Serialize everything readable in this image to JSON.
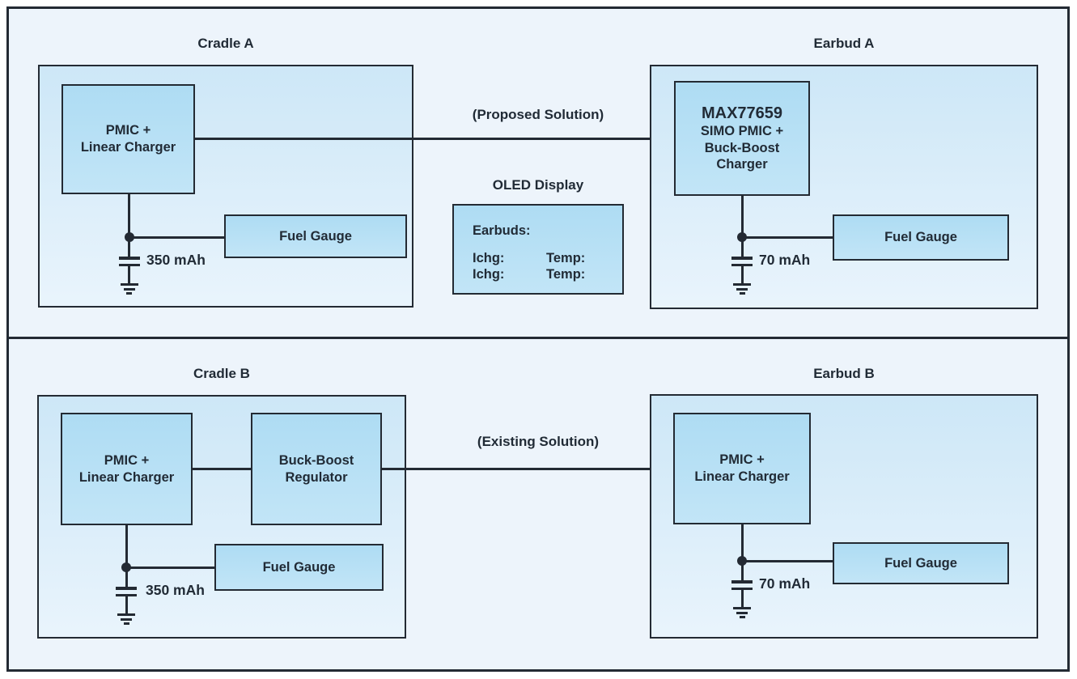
{
  "colors": {
    "canvas_background": "#edf4fb",
    "panel_fill_top": "#cde7f7",
    "panel_fill_bottom": "#e9f4fc",
    "component_fill": "#b0ddf3",
    "line": "#232a33",
    "text": "#212b36"
  },
  "icons": [
    "battery-symbol",
    "ground-icon",
    "junction-dot",
    "arrowhead-icon"
  ],
  "top": {
    "cradle": {
      "title": "Cradle A",
      "pmic": "PMIC +\nLinear Charger",
      "fuel_gauge": "Fuel Gauge",
      "battery": "350 mAh"
    },
    "arrow_label": "(Proposed Solution)",
    "oled": {
      "title": "OLED Display",
      "header": "Earbuds:",
      "row1_left": "Ichg:",
      "row1_right": "Temp:",
      "row2_left": "Ichg:",
      "row2_right": "Temp:"
    },
    "earbud": {
      "title": "Earbud A",
      "chip_name": "MAX77659",
      "chip_desc": "SIMO PMIC +\nBuck-Boost\nCharger",
      "fuel_gauge": "Fuel Gauge",
      "battery": "70 mAh"
    }
  },
  "bottom": {
    "cradle": {
      "title": "Cradle B",
      "pmic": "PMIC +\nLinear Charger",
      "buck_boost": "Buck-Boost\nRegulator",
      "fuel_gauge": "Fuel Gauge",
      "battery": "350 mAh"
    },
    "arrow_label": "(Existing Solution)",
    "earbud": {
      "title": "Earbud B",
      "pmic": "PMIC +\nLinear Charger",
      "fuel_gauge": "Fuel Gauge",
      "battery": "70 mAh"
    }
  }
}
